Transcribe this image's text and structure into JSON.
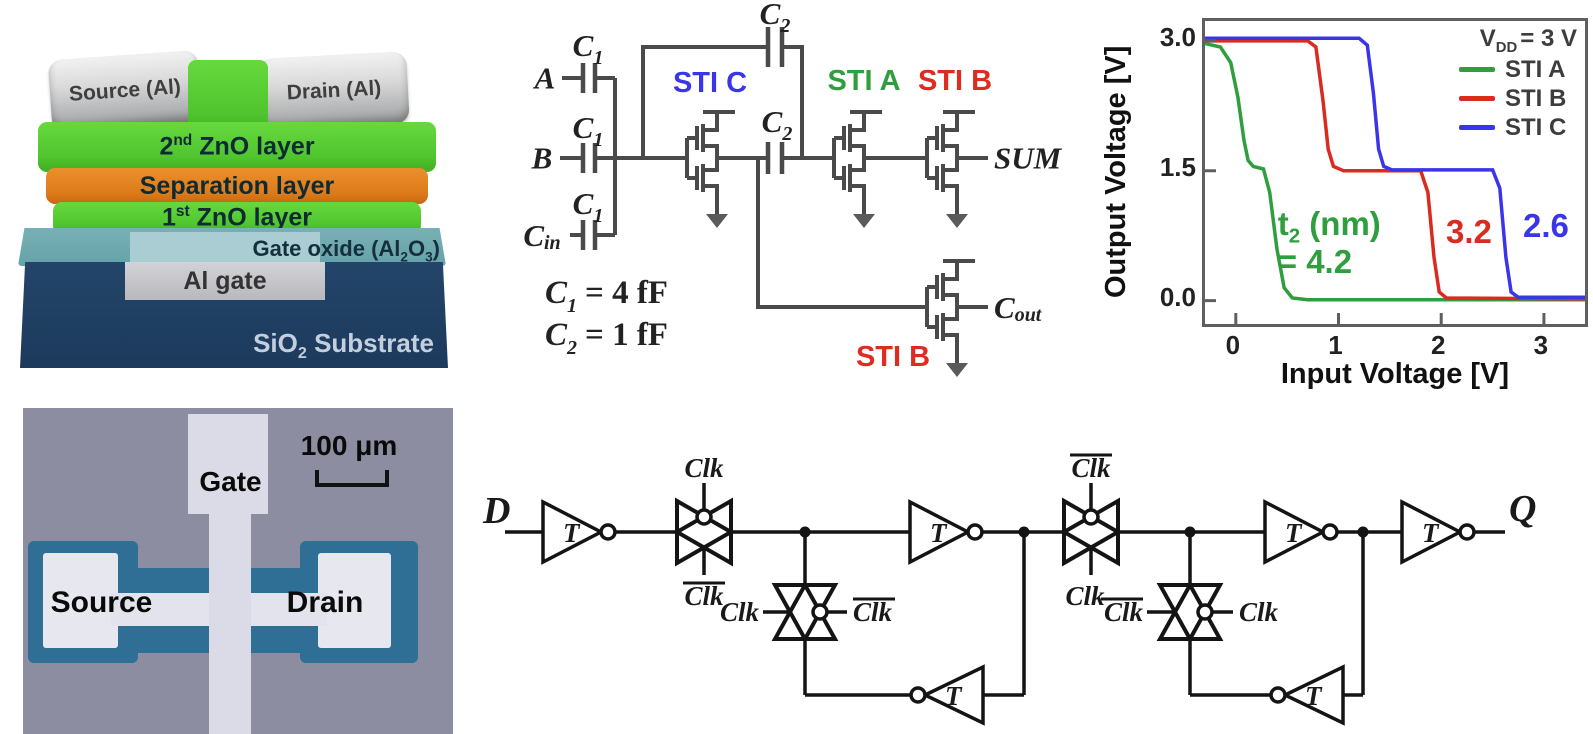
{
  "device": {
    "source": "Source (Al)",
    "drain": "Drain (Al)",
    "zno2": {
      "p1": "2",
      "s1": "nd",
      "p2": " ZnO layer"
    },
    "separation": "Separation layer",
    "zno1": {
      "p1": "1",
      "s1": "st",
      "p2": " ZnO layer"
    },
    "gate_oxide": {
      "p1": "Gate oxide (Al",
      "s1": "2",
      "p2": "O",
      "s2": "3",
      "p3": ")"
    },
    "al_gate": "Al gate",
    "substrate": {
      "p1": "SiO",
      "s1": "2",
      "p2": " Substrate"
    },
    "colors": {
      "zno": "#56cd32",
      "separation": "#e0801f",
      "oxide": "#68a7ae",
      "substrate": "#1e3f66",
      "electrode": "#c9c9cd"
    }
  },
  "adder": {
    "input_a": "A",
    "input_b": "B",
    "input_cin": {
      "p1": "C",
      "s1": "in"
    },
    "c1": {
      "p1": "C",
      "s1": "1"
    },
    "c2": {
      "p1": "C",
      "s1": "2"
    },
    "sti_c": "STI C",
    "sti_a": "STI A",
    "sti_b": "STI B",
    "sum": "SUM",
    "cout": {
      "p1": "C",
      "s1": "out"
    },
    "eq1_rhs": "= 4 fF",
    "eq2_rhs": "= 1 fF",
    "colors": {
      "sti_a": "#2f9e3f",
      "sti_b": "#e02b20",
      "sti_c": "#3a35e8"
    }
  },
  "chart_data": {
    "type": "line",
    "title": "",
    "xlabel": "Input Voltage [V]",
    "ylabel": "Output Voltage [V]",
    "xlim": [
      -0.3,
      3.4
    ],
    "ylim": [
      -0.27,
      3.23
    ],
    "grid": false,
    "xticks": {
      "values": [
        0,
        1,
        2,
        3
      ],
      "labels": [
        "0",
        "1",
        "2",
        "3"
      ]
    },
    "yticks": {
      "values": [
        0.0,
        1.5,
        3.0
      ],
      "labels": [
        "0.0",
        "1.5",
        "3.0"
      ]
    },
    "legend": {
      "position": "top-right",
      "title": {
        "p1": "V",
        "s1": "DD",
        "p2": "= 3 V"
      }
    },
    "series": [
      {
        "name": "STI A",
        "color": "#2f9e3f",
        "points": [
          [
            -0.3,
            2.97
          ],
          [
            -0.15,
            2.93
          ],
          [
            -0.05,
            2.75
          ],
          [
            0.02,
            2.35
          ],
          [
            0.08,
            1.85
          ],
          [
            0.12,
            1.62
          ],
          [
            0.17,
            1.55
          ],
          [
            0.27,
            1.52
          ],
          [
            0.33,
            1.25
          ],
          [
            0.4,
            0.6
          ],
          [
            0.47,
            0.15
          ],
          [
            0.55,
            0.03
          ],
          [
            0.7,
            0.01
          ],
          [
            3.4,
            0.01
          ]
        ]
      },
      {
        "name": "STI B",
        "color": "#d92b20",
        "points": [
          [
            -0.3,
            3.0
          ],
          [
            0.7,
            3.0
          ],
          [
            0.78,
            2.93
          ],
          [
            0.85,
            2.3
          ],
          [
            0.9,
            1.75
          ],
          [
            0.95,
            1.55
          ],
          [
            1.05,
            1.5
          ],
          [
            1.8,
            1.5
          ],
          [
            1.87,
            1.25
          ],
          [
            1.93,
            0.5
          ],
          [
            1.98,
            0.1
          ],
          [
            2.05,
            0.03
          ],
          [
            3.4,
            0.02
          ]
        ]
      },
      {
        "name": "STI C",
        "color": "#3a35e8",
        "points": [
          [
            -0.3,
            3.03
          ],
          [
            1.2,
            3.03
          ],
          [
            1.28,
            2.95
          ],
          [
            1.34,
            2.4
          ],
          [
            1.39,
            1.75
          ],
          [
            1.44,
            1.55
          ],
          [
            1.52,
            1.51
          ],
          [
            2.5,
            1.51
          ],
          [
            2.57,
            1.3
          ],
          [
            2.63,
            0.5
          ],
          [
            2.68,
            0.1
          ],
          [
            2.75,
            0.04
          ],
          [
            3.4,
            0.04
          ]
        ]
      }
    ],
    "annotations": [
      {
        "x": 0.91,
        "y": 0.66,
        "color": "#2f9e3f",
        "lines": [
          [
            {
              "t": "t"
            },
            {
              "t": "2",
              "sub": true
            },
            {
              "t": " (nm)"
            }
          ],
          [
            {
              "t": "= 4.2"
            }
          ]
        ]
      },
      {
        "x": 2.27,
        "y": 0.79,
        "color": "#d92b20",
        "lines": [
          [
            {
              "t": "3.2"
            }
          ]
        ]
      },
      {
        "x": 3.02,
        "y": 0.86,
        "color": "#3a35e8",
        "lines": [
          [
            {
              "t": "2.6"
            }
          ]
        ]
      }
    ]
  },
  "micrograph": {
    "gate": "Gate",
    "source": "Source",
    "drain": "Drain",
    "scale_label": "100 μm"
  },
  "flipflop": {
    "input": "D",
    "output": "Q",
    "inv": "T",
    "clk": "Clk",
    "clk_bar": "Clk"
  }
}
